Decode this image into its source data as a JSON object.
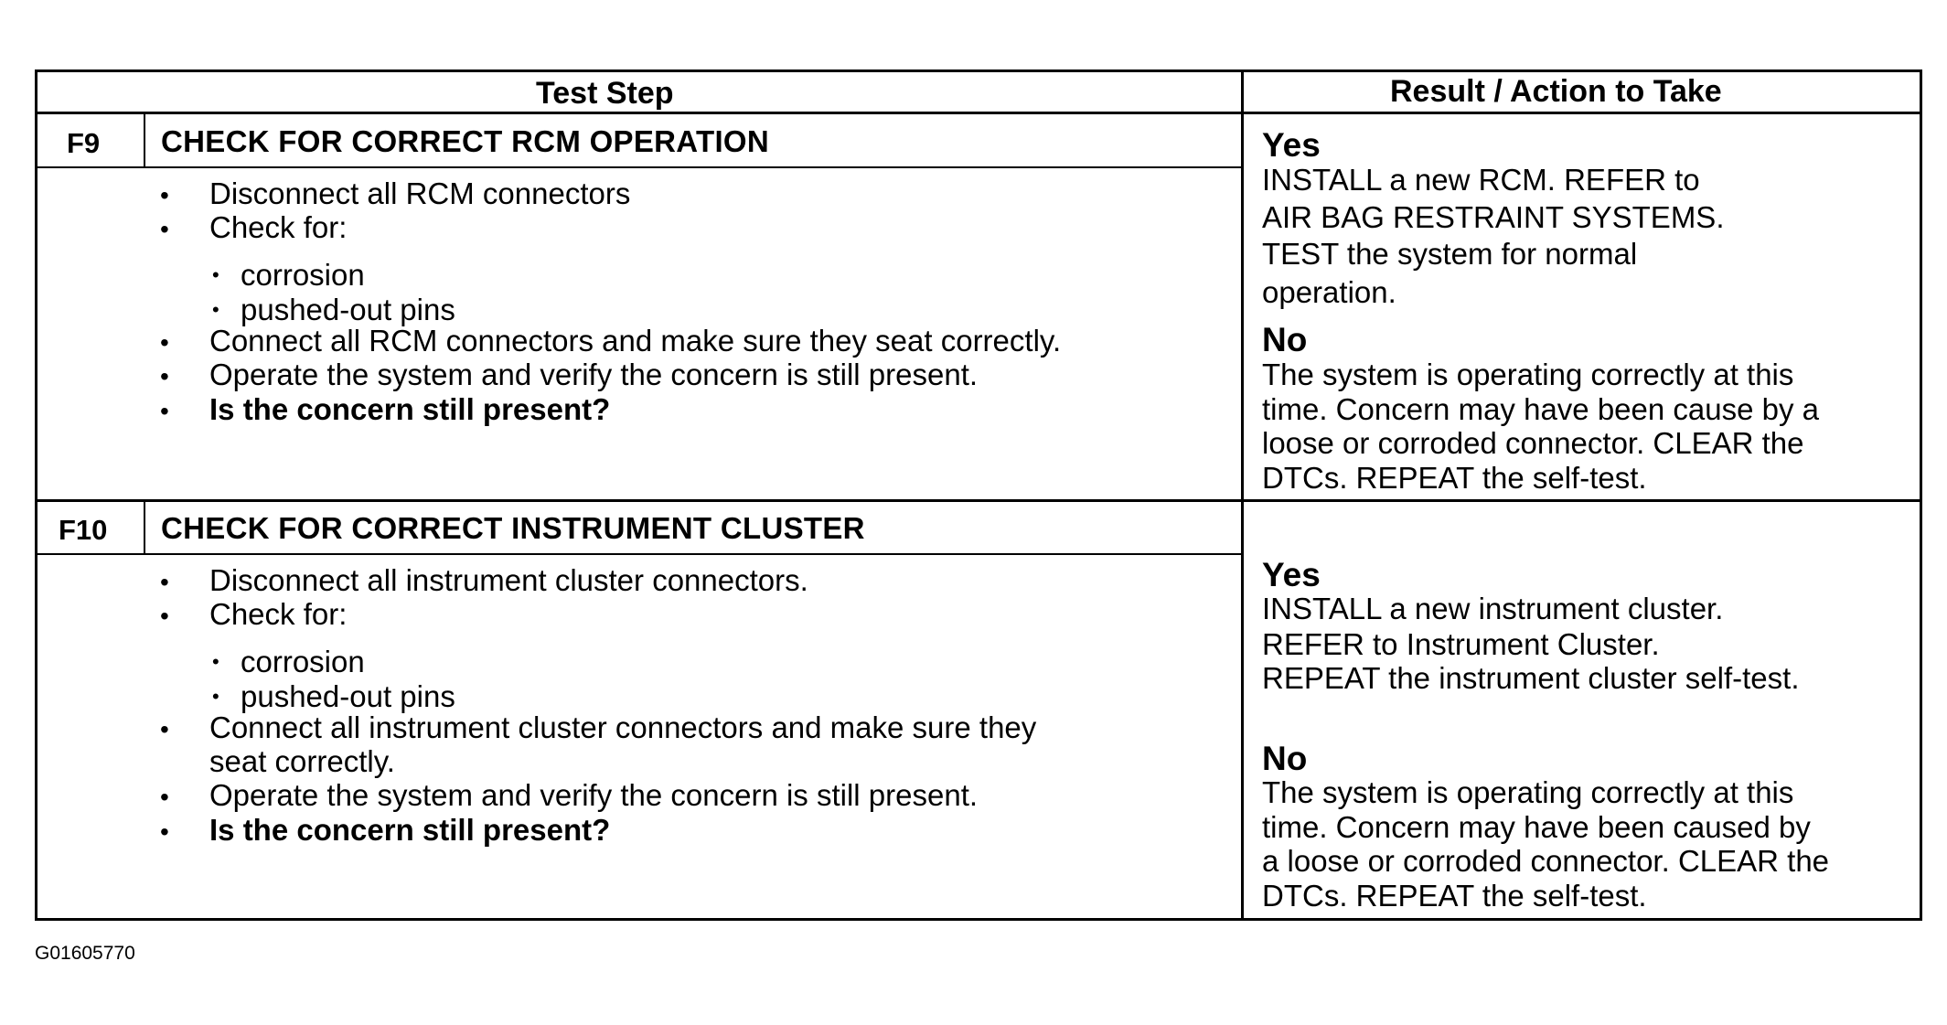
{
  "table": {
    "headers": {
      "test_step": "Test Step",
      "result_action": "Result / Action to Take"
    },
    "steps": [
      {
        "id": "F9",
        "title": "CHECK FOR CORRECT RCM OPERATION",
        "items": [
          "Disconnect all RCM connectors",
          "Check for:",
          "corrosion",
          "pushed-out pins",
          "Connect all RCM connectors and make sure they seat correctly.",
          "Operate the system and verify the concern is still present.",
          "Is the concern still present?"
        ],
        "yes_label": "Yes",
        "yes_lines": [
          "INSTALL a new RCM. REFER to",
          "AIR BAG RESTRAINT SYSTEMS.",
          "TEST the system for normal",
          "operation."
        ],
        "no_label": "No",
        "no_lines": [
          "The system is operating correctly at this",
          "time. Concern may have been cause by a",
          "loose or corroded connector. CLEAR the",
          "DTCs. REPEAT the self-test."
        ]
      },
      {
        "id": "F10",
        "title": "CHECK FOR CORRECT INSTRUMENT CLUSTER",
        "items": [
          "Disconnect all instrument cluster connectors.",
          "Check for:",
          "corrosion",
          "pushed-out pins",
          "Connect all instrument cluster connectors and make sure they",
          "seat correctly.",
          "Operate the system and verify the concern is still present.",
          "Is the concern still present?"
        ],
        "yes_label": "Yes",
        "yes_lines": [
          "INSTALL a new instrument cluster.",
          "REFER to Instrument Cluster.",
          "REPEAT the instrument cluster self-test."
        ],
        "no_label": "No",
        "no_lines": [
          "The system is operating correctly at this",
          "time. Concern may have been caused by",
          "a loose or corroded connector. CLEAR the",
          "DTCs. REPEAT the self-test."
        ]
      }
    ]
  },
  "figure_code": "G01605770",
  "icons": {
    "bullet": "bullet-dot",
    "sub_bullet": "small-bullet-dot"
  }
}
